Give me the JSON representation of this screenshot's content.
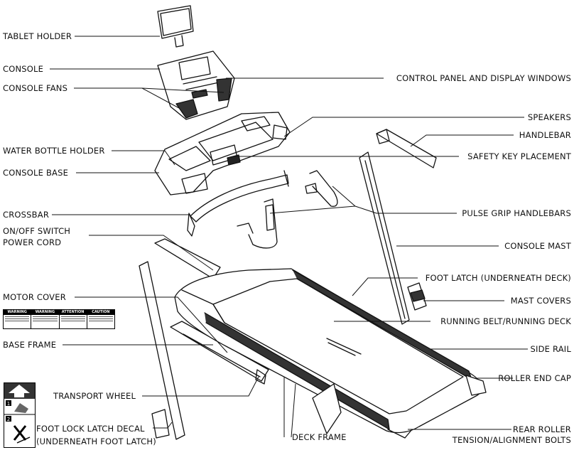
{
  "labels": {
    "tablet_holder": "TABLET HOLDER",
    "console": "CONSOLE",
    "console_fans": "CONSOLE FANS",
    "water_bottle_holder": "WATER BOTTLE HOLDER",
    "console_base": "CONSOLE BASE",
    "crossbar": "CROSSBAR",
    "on_off_switch": "ON/OFF SWITCH",
    "power_cord": "POWER CORD",
    "motor_cover": "MOTOR COVER",
    "base_frame": "BASE FRAME",
    "transport_wheel": "TRANSPORT WHEEL",
    "foot_lock_latch_decal": "FOOT LOCK LATCH DECAL",
    "underneath_foot_latch": "(UNDERNEATH FOOT LATCH)",
    "deck_frame": "DECK FRAME",
    "control_panel": "CONTROL PANEL AND DISPLAY WINDOWS",
    "speakers": "SPEAKERS",
    "handlebar": "HANDLEBAR",
    "safety_key": "SAFETY KEY PLACEMENT",
    "pulse_grip": "PULSE GRIP HANDLEBARS",
    "console_mast": "CONSOLE MAST",
    "foot_latch": "FOOT LATCH (UNDERNEATH DECK)",
    "mast_covers": "MAST COVERS",
    "running_belt": "RUNNING BELT/RUNNING DECK",
    "side_rail": "SIDE RAIL",
    "roller_end_cap": "ROLLER END CAP",
    "rear_roller": "REAR ROLLER",
    "tension_bolts": "TENSION/ALIGNMENT BOLTS"
  },
  "warning_decal": {
    "headings": [
      "WARNING",
      "WARNING",
      "ATTENTION",
      "CAUTION"
    ]
  },
  "step_decal": {
    "steps": [
      "1",
      "2"
    ]
  }
}
